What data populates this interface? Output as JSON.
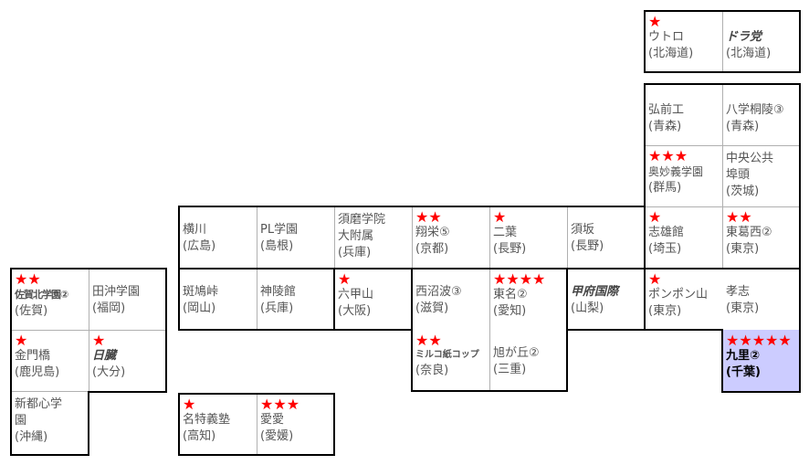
{
  "cells": [
    {
      "stars": "★",
      "name": "ウトロ",
      "pref": "(北海道)"
    },
    {
      "stars": "",
      "name": "ドラ党",
      "pref": "(北海道)"
    },
    {
      "stars": "",
      "name": "弘前工",
      "pref": "(青森)"
    },
    {
      "stars": "",
      "name": "八学桐陵③",
      "pref": "(青森)"
    },
    {
      "stars": "★★★",
      "name": "奥妙義学園",
      "pref": "(群馬)"
    },
    {
      "stars": "",
      "name": "中央公共\n埠頭",
      "pref": "(茨城)"
    },
    {
      "stars": "",
      "name": "横川",
      "pref": "(広島)"
    },
    {
      "stars": "",
      "name": "PL学園",
      "pref": "(島根)"
    },
    {
      "stars": "",
      "name": "須磨学院\n大附属",
      "pref": "(兵庫)"
    },
    {
      "stars": "★★",
      "name": "翔栄⑤",
      "pref": "(京都)"
    },
    {
      "stars": "★",
      "name": "二葉",
      "pref": "(長野)"
    },
    {
      "stars": "",
      "name": "須坂",
      "pref": "(長野)"
    },
    {
      "stars": "★",
      "name": "志雄館",
      "pref": "(埼玉)"
    },
    {
      "stars": "★★",
      "name": "東葛西②",
      "pref": "(東京)"
    },
    {
      "stars": "★★",
      "name": "佐賀北学園②",
      "pref": "(佐賀)"
    },
    {
      "stars": "",
      "name": "田沖学園",
      "pref": "(福岡)"
    },
    {
      "stars": "",
      "name": "斑鳩峠",
      "pref": "(岡山)"
    },
    {
      "stars": "",
      "name": "神陵館",
      "pref": "(兵庫)"
    },
    {
      "stars": "★",
      "name": "六甲山",
      "pref": "(大阪)"
    },
    {
      "stars": "",
      "name": "西沼波③",
      "pref": "(滋賀)"
    },
    {
      "stars": "★★★★",
      "name": "東名②",
      "pref": "(愛知)"
    },
    {
      "stars": "",
      "name": "甲府国際",
      "pref": "(山梨)"
    },
    {
      "stars": "★",
      "name": "ポンポン山",
      "pref": "(東京)"
    },
    {
      "stars": "",
      "name": "孝志",
      "pref": "(東京)"
    },
    {
      "stars": "★",
      "name": "金門橋",
      "pref": "(鹿児島)"
    },
    {
      "stars": "★",
      "name": "日臓",
      "pref": "(大分)"
    },
    {
      "stars": "★★",
      "name": "ミルコ紙コップ",
      "pref": "(奈良)"
    },
    {
      "stars": "",
      "name": "旭が丘②",
      "pref": "(三重)"
    },
    {
      "stars": "★★★★★",
      "name": "九里②",
      "pref": "(千葉)"
    },
    {
      "stars": "",
      "name": "新都心学\n園",
      "pref": "(沖縄)"
    },
    {
      "stars": "★",
      "name": "名特義塾",
      "pref": "(高知)"
    },
    {
      "stars": "★★★",
      "name": "愛愛",
      "pref": "(愛媛)"
    }
  ]
}
